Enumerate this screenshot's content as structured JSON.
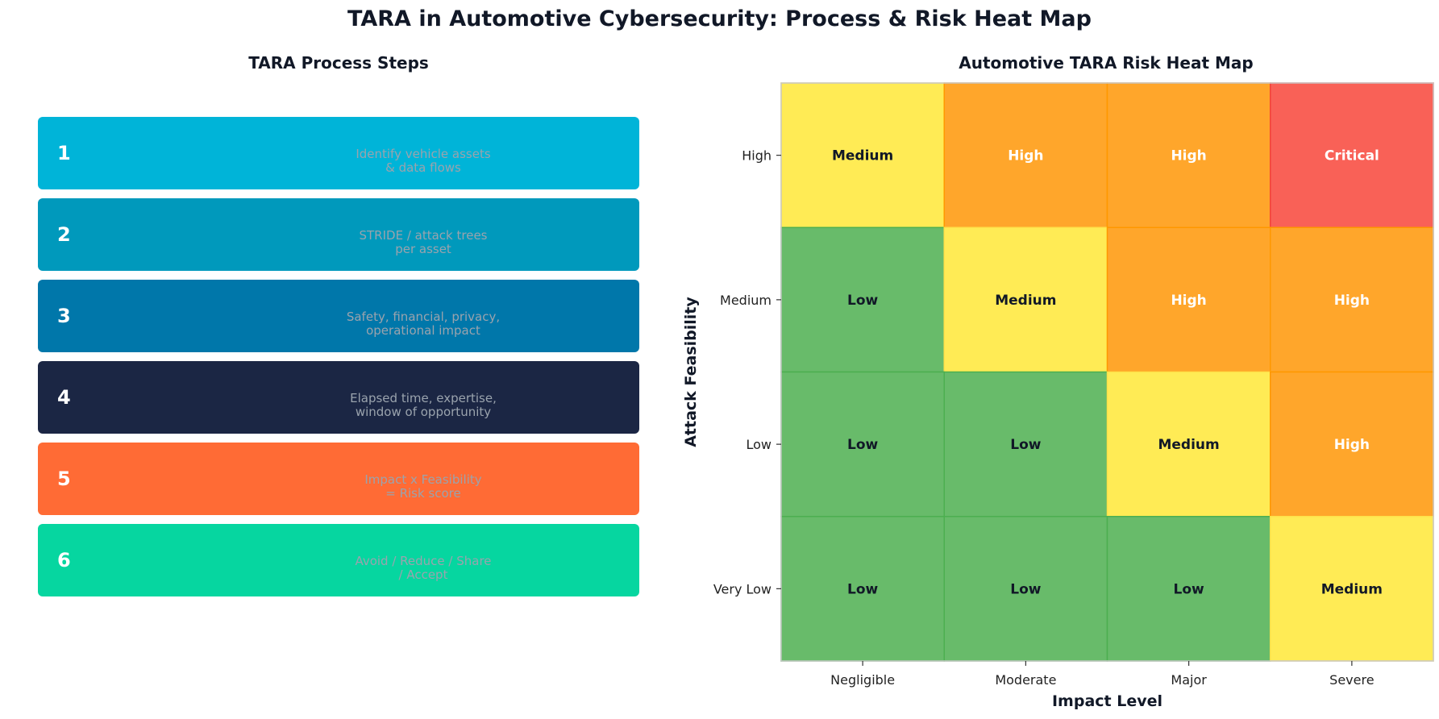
{
  "title": "TARA in Automotive Cybersecurity: Process & Risk Heat Map",
  "steps_panel": {
    "title": "TARA Process Steps",
    "steps": [
      {
        "number": "1",
        "description": "Identify vehicle assets\n& data flows",
        "color": "#00B4D8"
      },
      {
        "number": "2",
        "description": "STRIDE / attack trees\nper asset",
        "color": "#0099BC"
      },
      {
        "number": "3",
        "description": "Safety, financial, privacy,\noperational impact",
        "color": "#0077AA"
      },
      {
        "number": "4",
        "description": "Elapsed time, expertise,\nwindow of opportunity",
        "color": "#1B2644"
      },
      {
        "number": "5",
        "description": "Impact x Feasibility\n= Risk score",
        "color": "#FF6B35"
      },
      {
        "number": "6",
        "description": "Avoid / Reduce / Share\n/ Accept",
        "color": "#06D6A0"
      }
    ]
  },
  "chart_data": {
    "type": "heatmap",
    "title": "Automotive TARA Risk Heat Map",
    "xlabel": "Impact Level",
    "ylabel": "Attack Feasibility",
    "x_categories": [
      "Negligible",
      "Moderate",
      "Major",
      "Severe"
    ],
    "y_categories": [
      "High",
      "Medium",
      "Low",
      "Very Low"
    ],
    "cells": [
      [
        "Medium",
        "High",
        "High",
        "Critical"
      ],
      [
        "Low",
        "Medium",
        "High",
        "High"
      ],
      [
        "Low",
        "Low",
        "Medium",
        "High"
      ],
      [
        "Low",
        "Low",
        "Low",
        "Medium"
      ]
    ],
    "level_colors": {
      "Low": {
        "fill": "#68BB6A",
        "border": "#4CAF50",
        "text": "#111827"
      },
      "Medium": {
        "fill": "#FFEB55",
        "border": "#FFE14A",
        "text": "#111827"
      },
      "High": {
        "fill": "#FFA62B",
        "border": "#FF9800",
        "text": "#FFFFFF"
      },
      "Critical": {
        "fill": "#F96157",
        "border": "#F44336",
        "text": "#FFFFFF"
      }
    }
  }
}
